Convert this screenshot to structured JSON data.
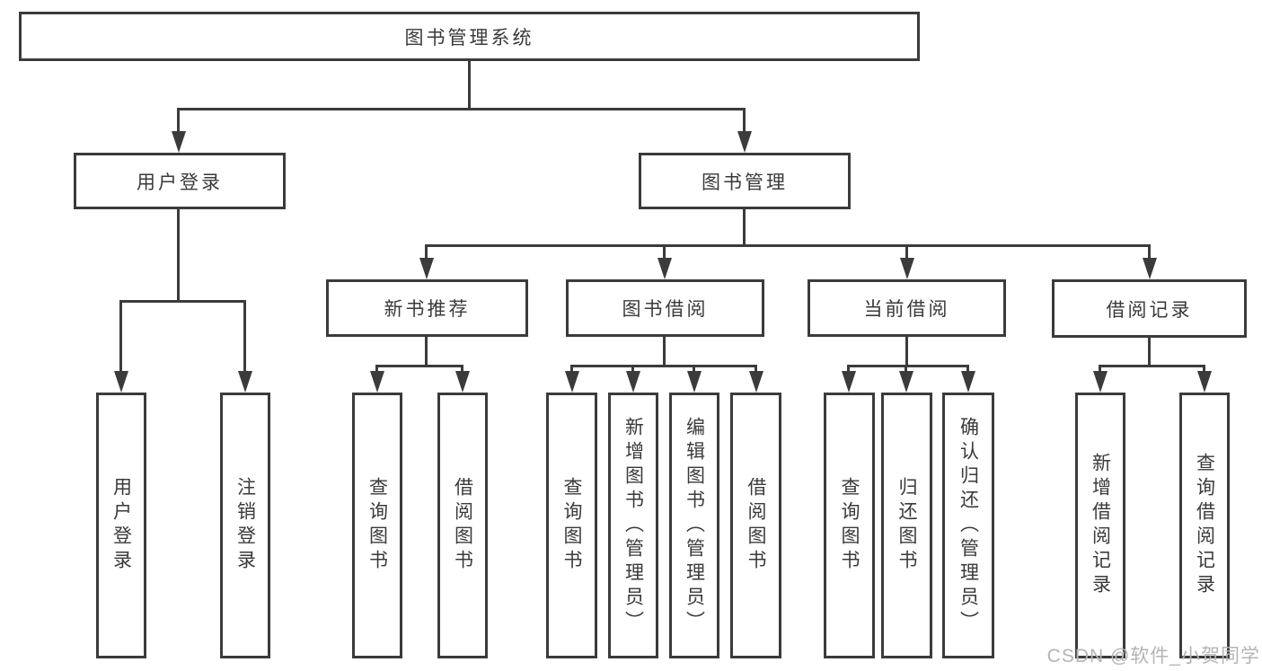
{
  "title": "图书管理系统",
  "watermark": "CSDN @软件_小贺同学",
  "level2": [
    "用户登录",
    "图书管理"
  ],
  "level3": [
    "新书推荐",
    "图书借阅",
    "当前借阅",
    "借阅记录"
  ],
  "leaves": {
    "login": [
      "用户登录",
      "注销登录"
    ],
    "recommend": [
      "查询图书",
      "借阅图书"
    ],
    "borrow": [
      "查询图书",
      "新增图书（管理员）",
      "编辑图书（管理员）",
      "借阅图书"
    ],
    "current": [
      "查询图书",
      "归还图书",
      "确认归还（管理员）"
    ],
    "records": [
      "新增借阅记录",
      "查询借阅记录"
    ]
  }
}
